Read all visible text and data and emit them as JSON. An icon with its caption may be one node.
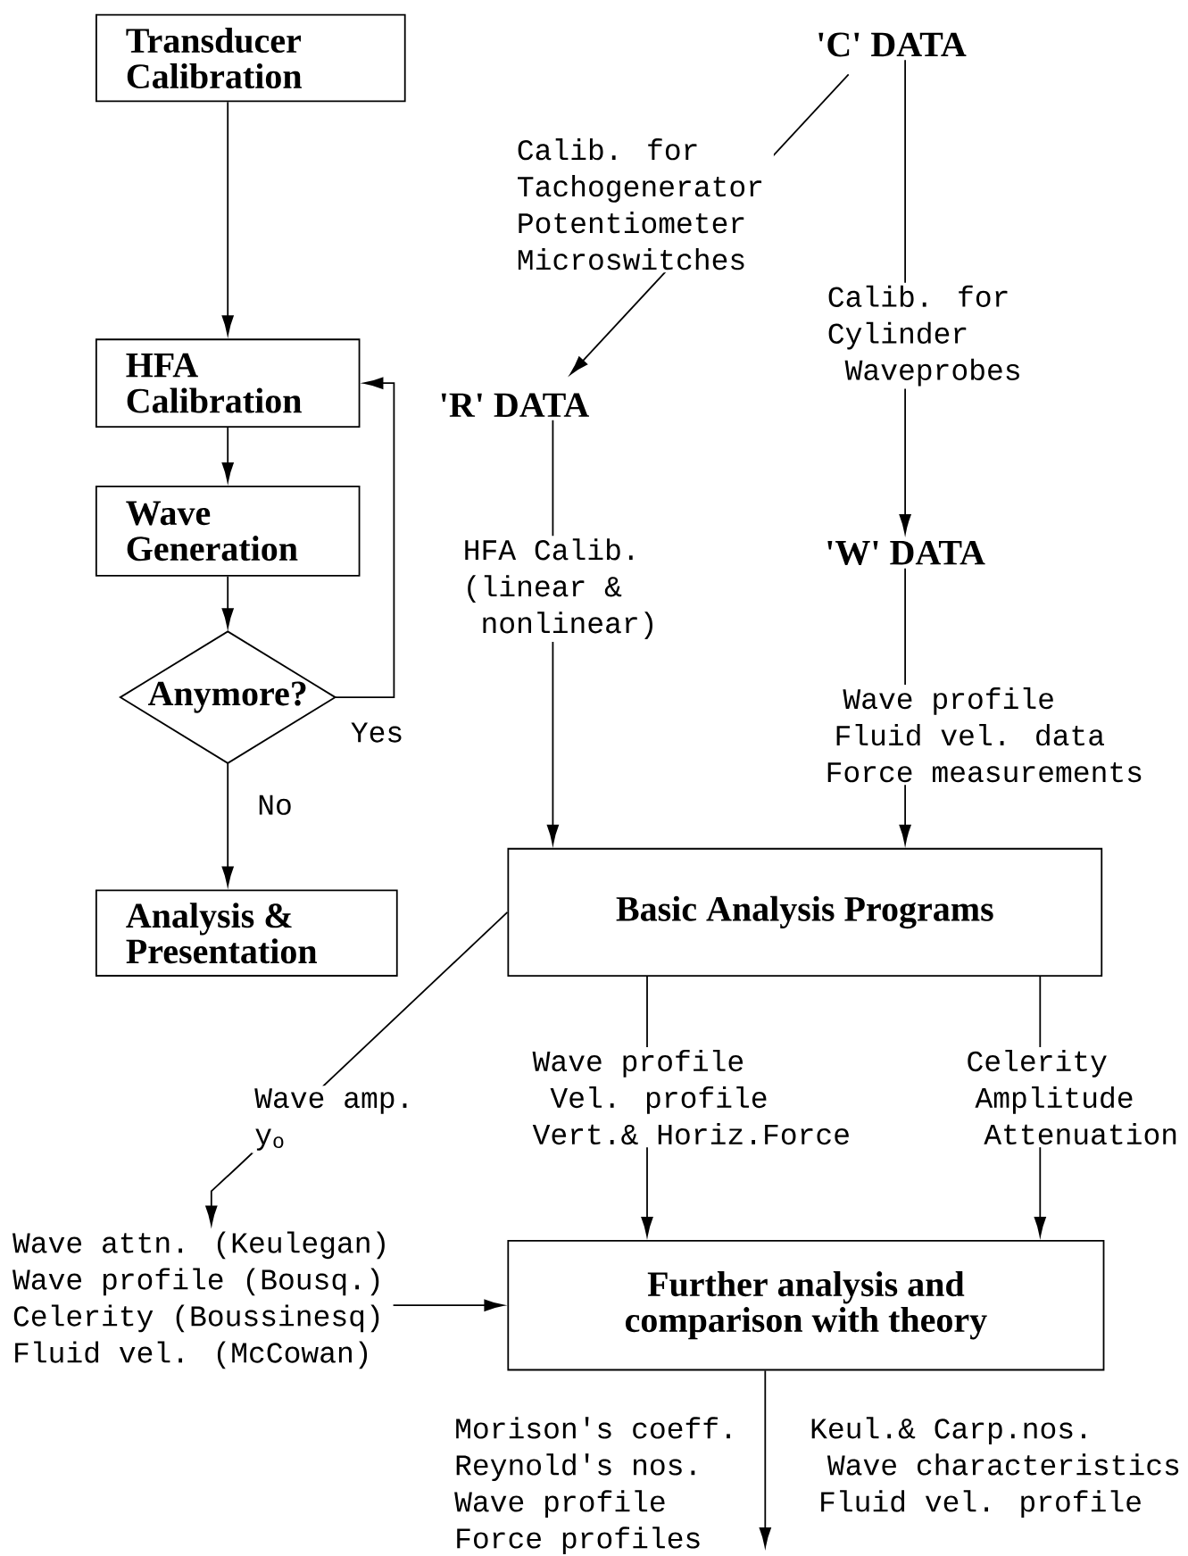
{
  "diagram": {
    "nodes": [
      {
        "text": [
          "Transducer Calibration"
        ]
      },
      {
        "text": [
          "HFA Calibration"
        ]
      },
      {
        "text": [
          "Wave Generation"
        ]
      },
      {
        "text": [
          "Anymore?"
        ]
      },
      {
        "text": [
          "Analysis & Presentation"
        ]
      },
      {
        "text": [
          "'C' DATA"
        ]
      },
      {
        "text": [
          "'R' DATA"
        ]
      },
      {
        "text": [
          "'W' DATA"
        ]
      },
      {
        "text": [
          "Basic Analysis Programs"
        ]
      },
      {
        "text": [
          "Further analysis and comparison with theory"
        ]
      },
      {
        "text": [
          "Wave attn. (Keulegan) Wave profile (Bousq.) Celerity (Boussinesq) Fluid vel. (McCowan)"
        ]
      }
    ],
    "edges": [
      {
        "from": 0,
        "to": 1,
        "arrow": "to"
      },
      {
        "from": 1,
        "to": 2,
        "arrow": "to"
      },
      {
        "from": 2,
        "to": 3,
        "arrow": "to"
      },
      {
        "from": 3,
        "to": 1,
        "arrow": "to",
        "label": "Yes"
      },
      {
        "from": 3,
        "to": 4,
        "arrow": "to",
        "label": "No"
      },
      {
        "from": 5,
        "to": 6,
        "arrow": "to",
        "label": "Calib. for Tachogenerator Potentiometer Microswitches"
      },
      {
        "from": 5,
        "to": 7,
        "arrow": "to",
        "label": "Calib. for Cylinder Waveprobes"
      },
      {
        "from": 6,
        "to": 8,
        "arrow": "to",
        "label": "HFA Calib. (linear & nonlinear)"
      },
      {
        "from": 7,
        "to": 8,
        "arrow": "to",
        "label": "Wave profile Fluid vel. data Force measurements"
      },
      {
        "from": 8,
        "to": 10,
        "arrow": "to",
        "label": "Wave amp. y$_{o}$"
      },
      {
        "from": 8,
        "to": 9,
        "arrow": "to",
        "label": "Wave profile Vel. profile Vert.& Horiz.Force"
      },
      {
        "from": 8,
        "to": 9,
        "arrow": "to",
        "label": "Celerity Amplitude Attenuation"
      },
      {
        "from": 10,
        "to": 9,
        "arrow": "to"
      },
      {
        "from": 9,
        "to": null,
        "arrow": "to"
      }
    ],
    "labels": [
      "Morison's coeff. Reynold's nos. Wave profile Force profiles",
      "Keul.& Carp.nos. Wave characteristics Fluid vel. profile"
    ]
  }
}
